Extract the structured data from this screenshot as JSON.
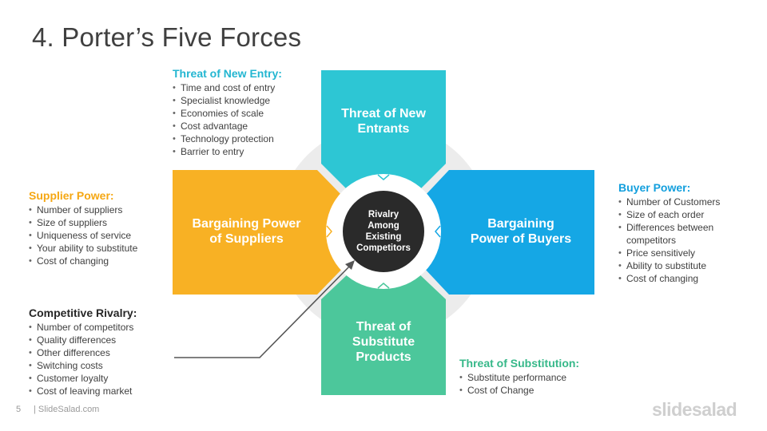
{
  "title": "4. Porter’s Five Forces",
  "colors": {
    "top": "#2dc6d4",
    "left": "#f8b124",
    "right": "#15a7e5",
    "bottom": "#4cc79b",
    "center": "#2a2a2a",
    "ring": "#ececec",
    "heading_cyan": "#23b6d1",
    "heading_orange": "#f5a713",
    "heading_blue": "#139fdd",
    "heading_green": "#36b889",
    "heading_dark": "#262626"
  },
  "blocks": {
    "top": "Threat of New\nEntrants",
    "left": "Bargaining Power\nof Suppliers",
    "right": "Bargaining\nPower of Buyers",
    "bottom": "Threat of\nSubstitute\nProducts",
    "center": "Rivalry\nAmong\nExisting\nCompetitors"
  },
  "groups": {
    "new_entry": {
      "heading": "Threat of New Entry:",
      "items": [
        "Time and cost of entry",
        "Specialist knowledge",
        "Economies of scale",
        "Cost advantage",
        "Technology protection",
        "Barrier to entry"
      ]
    },
    "supplier": {
      "heading": "Supplier Power:",
      "items": [
        "Number of suppliers",
        "Size of suppliers",
        "Uniqueness of service",
        "Your ability to substitute",
        "Cost of changing"
      ]
    },
    "rivalry": {
      "heading": "Competitive Rivalry:",
      "items": [
        "Number of competitors",
        "Quality differences",
        "Other differences",
        "Switching costs",
        "Customer loyalty",
        "Cost of leaving market"
      ]
    },
    "buyer": {
      "heading": "Buyer Power:",
      "items": [
        "Number of Customers",
        "Size of each order",
        "Differences between competitors",
        "Price sensitively",
        "Ability to substitute",
        "Cost of changing"
      ]
    },
    "substitution": {
      "heading": "Threat of Substitution:",
      "items": [
        "Substitute performance",
        "Cost of Change"
      ]
    }
  },
  "footer": {
    "page_number": "5",
    "site": "| SlideSalad.com",
    "logo": "slidesalad"
  }
}
